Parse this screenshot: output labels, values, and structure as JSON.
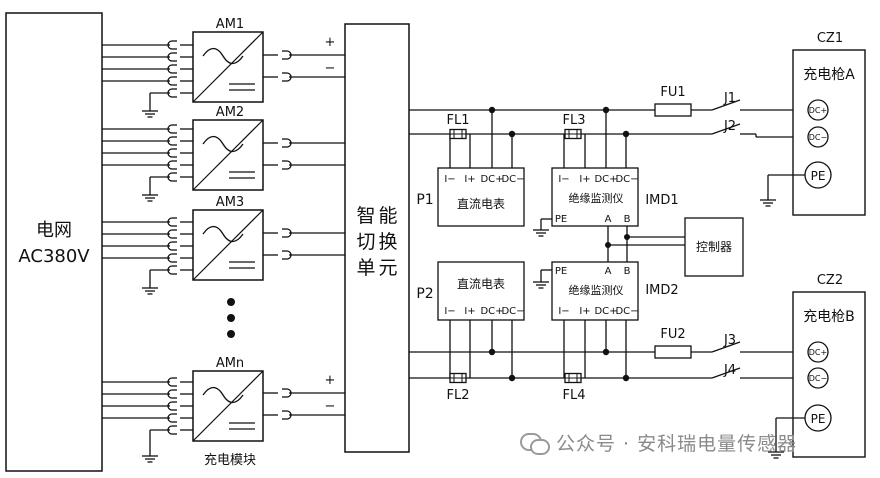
{
  "grid": {
    "line1": "电网",
    "line2": "AC380V"
  },
  "modules": {
    "am1": "AM1",
    "am2": "AM2",
    "am3": "AM3",
    "amn": "AMn",
    "caption": "充电模块",
    "plus": "+",
    "minus": "−"
  },
  "switch_unit": {
    "c1": "智",
    "c2": "能",
    "c3": "切",
    "c4": "换",
    "c5": "单",
    "c6": "元"
  },
  "fuses": {
    "fl1": "FL1",
    "fl2": "FL2",
    "fl3": "FL3",
    "fl4": "FL4",
    "fu1": "FU1",
    "fu2": "FU2"
  },
  "meters": {
    "p1": "P1",
    "p2": "P2",
    "meter_name": "直流电表",
    "t_im": "I−",
    "t_ip": "I+",
    "t_dcp": "DC+",
    "t_dcm": "DC−"
  },
  "imd": {
    "imd1": "IMD1",
    "imd2": "IMD2",
    "name": "绝缘监测仪",
    "pe": "PE",
    "a": "A",
    "b": "B"
  },
  "controller": {
    "label": "控制器"
  },
  "contactors": {
    "j1": "J1",
    "j2": "J2",
    "j3": "J3",
    "j4": "J4"
  },
  "guns": {
    "cz1": "CZ1",
    "cz2": "CZ2",
    "gun_a": "充电枪A",
    "gun_b": "充电枪B",
    "dcp": "DC+",
    "dcm": "DC−",
    "pe": "PE"
  },
  "watermark": {
    "text": "公众号 · 安科瑞电量传感器"
  }
}
